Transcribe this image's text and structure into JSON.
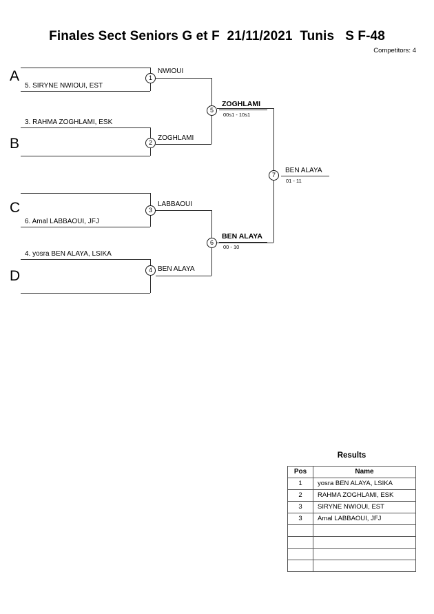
{
  "header": {
    "title": "Finales Sect Seniors G et F  21/11/2021  Tunis   S F-48",
    "competitors": "Competitors: 4"
  },
  "bracket": {
    "groups": [
      {
        "letter": "A"
      },
      {
        "letter": "B"
      },
      {
        "letter": "C"
      },
      {
        "letter": "D"
      }
    ],
    "entrants": [
      {
        "label": "5. SIRYNE NWIOUI, EST"
      },
      {
        "label": "3. RAHMA ZOGHLAMI, ESK"
      },
      {
        "label": "6. Amal LABBAOUI, JFJ"
      },
      {
        "label": "4. yosra BEN ALAYA, LSIKA"
      }
    ],
    "matches": [
      {
        "number": "1",
        "winner": "NWIOUI",
        "score": ""
      },
      {
        "number": "2",
        "winner": "ZOGHLAMI",
        "score": ""
      },
      {
        "number": "3",
        "winner": "LABBAOUI",
        "score": ""
      },
      {
        "number": "4",
        "winner": "BEN ALAYA",
        "score": ""
      },
      {
        "number": "5",
        "winner": "ZOGHLAMI",
        "score": "00s1 - 10s1"
      },
      {
        "number": "6",
        "winner": "BEN ALAYA",
        "score": "00 - 10"
      },
      {
        "number": "7",
        "winner": "BEN ALAYA",
        "score": "01 - 11"
      }
    ]
  },
  "results": {
    "title": "Results",
    "columns": [
      "Pos",
      "Name"
    ],
    "rows": [
      {
        "pos": "1",
        "name": "yosra BEN ALAYA, LSIKA"
      },
      {
        "pos": "2",
        "name": "RAHMA ZOGHLAMI, ESK"
      },
      {
        "pos": "3",
        "name": "SIRYNE NWIOUI, EST"
      },
      {
        "pos": "3",
        "name": "Amal LABBAOUI, JFJ"
      },
      {
        "pos": "",
        "name": ""
      },
      {
        "pos": "",
        "name": ""
      },
      {
        "pos": "",
        "name": ""
      },
      {
        "pos": "",
        "name": ""
      }
    ]
  }
}
